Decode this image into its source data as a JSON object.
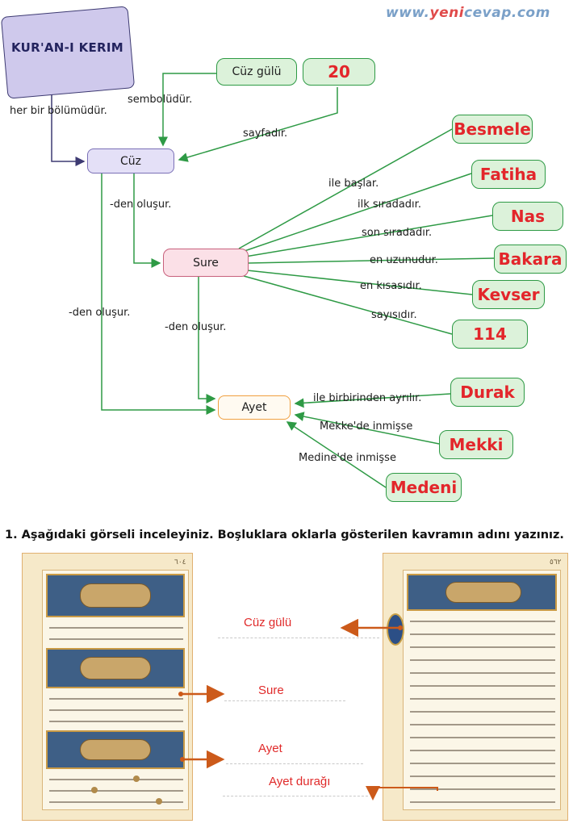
{
  "watermark": {
    "part_a": "www.",
    "part_b": "yeni",
    "part_c": "cevap",
    "part_d": ".com"
  },
  "concept_map": {
    "title": "KUR'AN-I KERIM",
    "nodes": {
      "cuz": "Cüz",
      "sure": "Sure",
      "ayet": "Ayet"
    },
    "hints": {
      "cuz_gulu": "Cüz gülü"
    },
    "answers": {
      "pages": "20",
      "besmele": "Besmele",
      "fatiha": "Fatiha",
      "nas": "Nas",
      "bakara": "Bakara",
      "kevser": "Kevser",
      "count": "114",
      "durak": "Durak",
      "mekki": "Mekki",
      "medeni": "Medeni"
    },
    "labels": {
      "her_bir": "her bir bölümüdür.",
      "sembol": "sembolüdür.",
      "sayfadir": "sayfadır.",
      "den_olusur_1": "-den oluşur.",
      "den_olusur_2": "-den oluşur.",
      "den_olusur_3": "-den oluşur.",
      "ile_baslar": "ile başlar.",
      "ilk_sira": "ilk sıradadır.",
      "son_sira": "son sıradadır.",
      "en_uzun": "en uzunudur.",
      "en_kisa": "en kısasıdır.",
      "sayisi": "sayısıdır.",
      "ayrilir": "ile birbirinden ayrılır.",
      "mekke": "Mekke'de inmişse",
      "medine": "Medine'de inmişse"
    }
  },
  "exercise": {
    "question": "1. Aşağıdaki görseli inceleyiniz. Boşluklara oklarla gösterilen kavramın adını yazınız.",
    "answers": {
      "cuz_gulu": "Cüz gülü",
      "sure": "Sure",
      "ayet": "Ayet",
      "ayet_duragi": "Ayet durağı"
    },
    "left_page_number": "٦٠٤",
    "right_page_number": "٥٦٢"
  },
  "colors": {
    "accent_red": "#e3262b",
    "arrow_green": "#2e9a45",
    "arrow_orange": "#cc5a1a"
  }
}
